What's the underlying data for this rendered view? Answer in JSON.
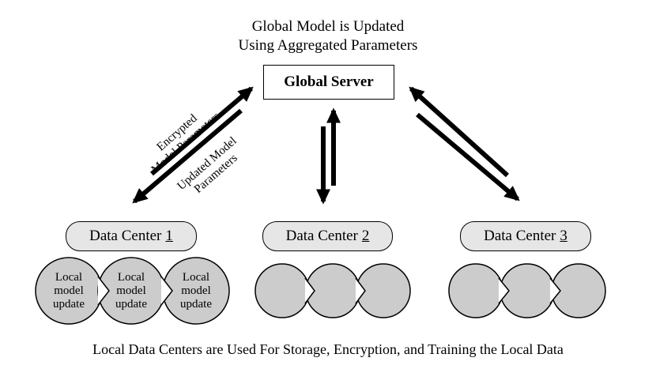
{
  "top_caption": {
    "line1": "Global Model is Updated",
    "line2": "Using Aggregated Parameters"
  },
  "global_server": {
    "label": "Global Server"
  },
  "arrow_labels": {
    "encrypted_line1": "Encrypted",
    "encrypted_line2": "Model Parameters",
    "updated_line1": "Updated Model",
    "updated_line2": "Parameters"
  },
  "data_centers": [
    {
      "label": "Data Center",
      "number": "1"
    },
    {
      "label": "Data Center",
      "number": "2"
    },
    {
      "label": "Data Center",
      "number": "3"
    }
  ],
  "local_update": {
    "line1": "Local",
    "line2": "model",
    "line3": "update"
  },
  "bottom_caption": "Local Data Centers are Used For Storage, Encryption, and Training the Local Data",
  "colors": {
    "node_fill": "#e6e6e6",
    "circle_fill": "#cccccc",
    "stroke": "#000000"
  }
}
